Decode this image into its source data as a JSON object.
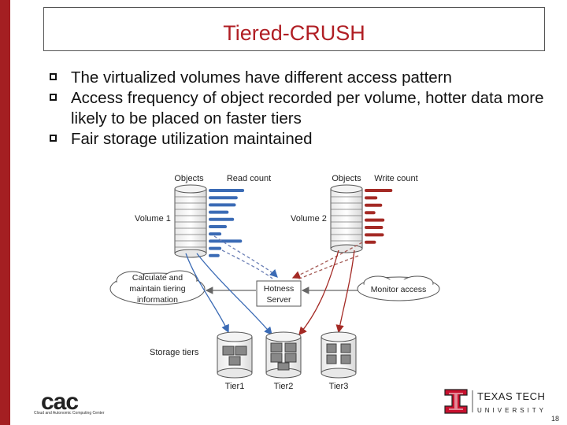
{
  "slide": {
    "title": "Tiered-CRUSH",
    "bullets": [
      "The virtualized volumes have different access pattern",
      "Access frequency of object recorded per volume, hotter data more likely to be placed on faster tiers",
      "Fair storage utilization maintained"
    ],
    "page_number": "18"
  },
  "diagram": {
    "vol1_objects_label": "Objects",
    "vol1_count_label": "Read count",
    "vol1_label": "Volume 1",
    "vol2_objects_label": "Objects",
    "vol2_count_label": "Write count",
    "vol2_label": "Volume 2",
    "calc_cloud": [
      "Calculate and",
      "maintain tiering",
      "information"
    ],
    "server": [
      "Hotness",
      "Server"
    ],
    "monitor_cloud": "Monitor access",
    "storage_label": "Storage tiers",
    "tiers": [
      "Tier1",
      "Tier2",
      "Tier3"
    ],
    "read_count_levels": [
      0.98,
      0.8,
      0.75,
      0.55,
      0.7,
      0.5,
      0.35,
      0.92,
      0.35,
      0.3
    ],
    "write_count_levels": [
      0.98,
      0.45,
      0.62,
      0.38,
      0.7,
      0.65,
      0.68,
      0.4
    ],
    "colors": {
      "read": "#3b6bb5",
      "write": "#a42a25",
      "accent": "#b01e24"
    }
  },
  "footer": {
    "cac_logo": "cac",
    "cac_subtitle": "Cloud and Autonomic Computing Center",
    "ttu_logo_name": "double-t-logo",
    "ttu_line1": "TEXAS TECH",
    "ttu_line2": "UNIVERSITY"
  }
}
